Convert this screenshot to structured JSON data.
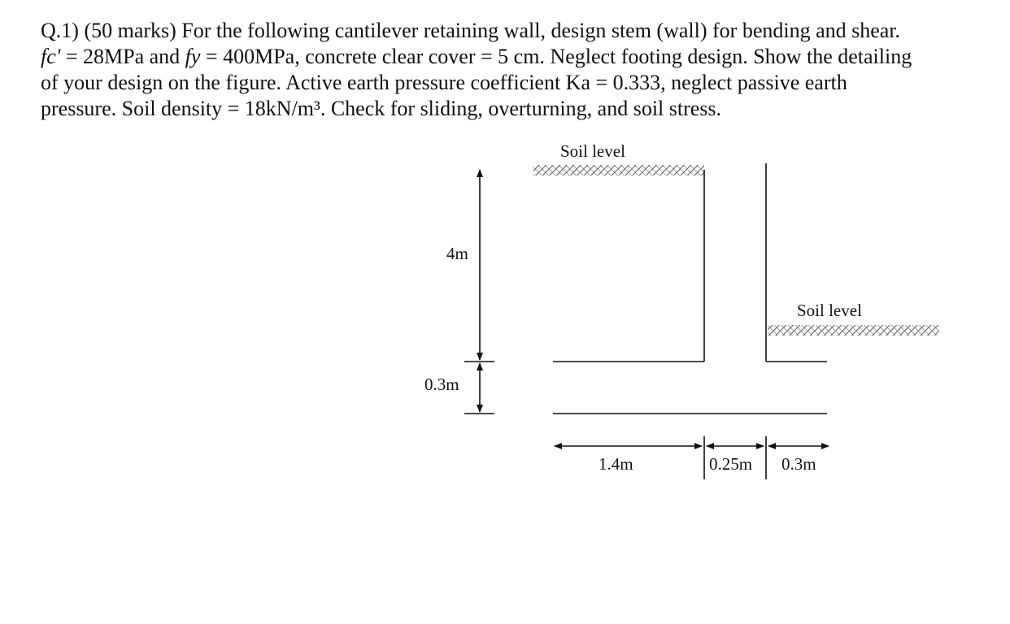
{
  "question": {
    "number": "Q.1)",
    "marks": "(50 marks)",
    "line1_rest": "For the following cantilever retaining wall, design stem (wall) for bending and shear.",
    "fc_symbol": "fc'",
    "fc_value": "= 28MPa and",
    "fy_symbol": "fy",
    "fy_value": "= 400MPa, concrete clear cover = 5 cm. Neglect footing design. Show the detailing",
    "line3": "of your design on the figure. Active earth pressure coefficient Ka = 0.333, neglect passive earth",
    "line4": "pressure. Soil density = 18kN/m³. Check for sliding, overturning, and soil stress."
  },
  "diagram": {
    "soil_level_top_label": "Soil level",
    "soil_level_right_label": "Soil level",
    "dim_height_label": "4m",
    "dim_base_thickness_label": "0.3m",
    "dim_heel_label": "1.4m",
    "dim_stem_label": "0.25m",
    "dim_toe_label": "0.3m"
  }
}
